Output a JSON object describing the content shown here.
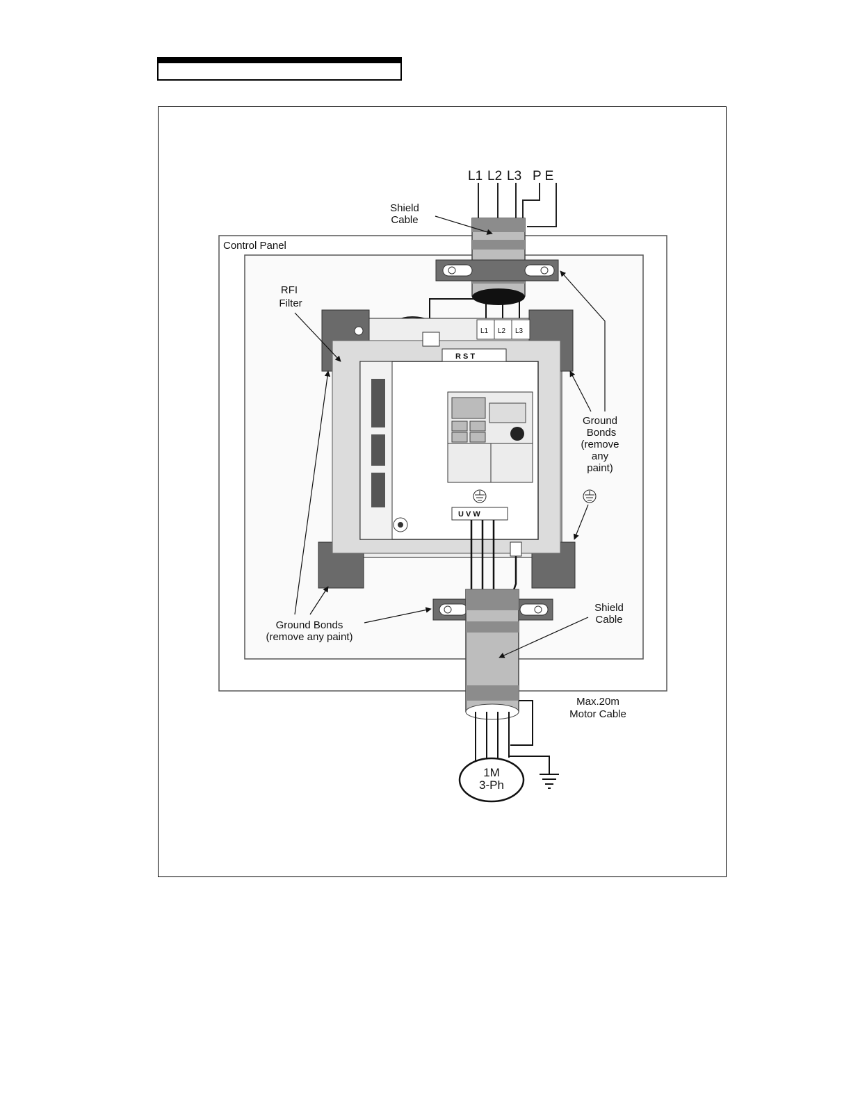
{
  "header": {
    "title": ""
  },
  "labels": {
    "supply_l1": "L1",
    "supply_l2": "L2",
    "supply_l3": "L3",
    "supply_pe": "P E",
    "shield_cable_top": [
      "Shield",
      "Cable"
    ],
    "control_panel": "Control Panel",
    "rfi_filter": [
      "RFI",
      "Filter"
    ],
    "filter_terminals": [
      "L1",
      "L2",
      "L3"
    ],
    "input_terminals": "R S T",
    "output_terminals": "U V W",
    "ground_bonds_right": [
      "Ground",
      "Bonds",
      "(remove",
      "any",
      "paint)"
    ],
    "ground_bonds_bottom": [
      "Ground Bonds",
      "(remove any paint)"
    ],
    "shield_cable_bottom": [
      "Shield",
      "Cable"
    ],
    "motor_cable": [
      "Max.20m",
      "Motor Cable"
    ],
    "motor": [
      "1M",
      "3-Ph"
    ]
  }
}
